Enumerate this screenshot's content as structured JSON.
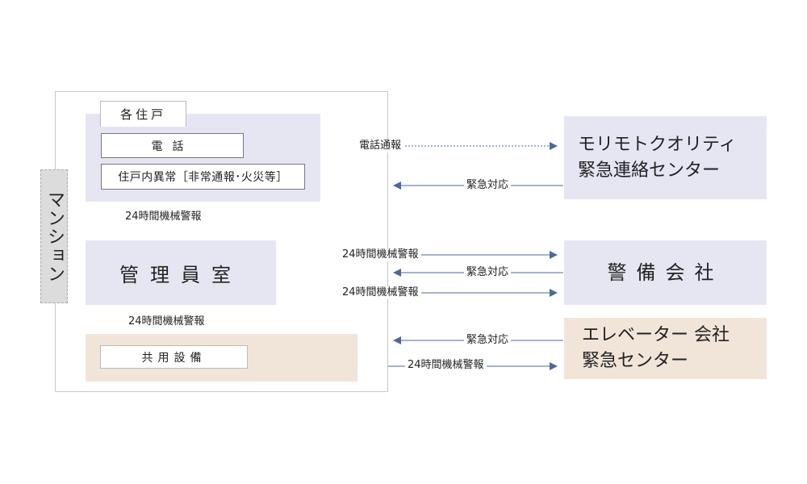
{
  "mansion": {
    "label": "マンション"
  },
  "units": {
    "tag": "各住戸",
    "phone": "電話",
    "alarm": "住戸内異常［非常通報･火災等］"
  },
  "manager_room": {
    "label": "管理員室"
  },
  "common_facilities": {
    "label": "共用設備"
  },
  "orgs": {
    "moritomo": {
      "line1": "モリモトクオリティ",
      "line2": "緊急連絡センター"
    },
    "security": {
      "label": "警備会社"
    },
    "elevator": {
      "line1": "エレベーター 会社",
      "line2": "緊急センター"
    }
  },
  "flows": {
    "phone_report": "電話通報",
    "emergency_1": "緊急対応",
    "units_to_mgr": "24時間機械警報",
    "mgr_to_security": "24時間機械警報",
    "emergency_2": "緊急対応",
    "mgr_from_security": "24時間機械警報",
    "common_to_mgr": "24時間機械警報",
    "emergency_3": "緊急対応",
    "common_to_elevator": "24時間機械警報"
  },
  "colors": {
    "arrow": "#4b6a9b",
    "panel_lavender": "#e6e6f3",
    "panel_beige": "#f1e5da",
    "mansion_bar": "#dcdcdc"
  }
}
